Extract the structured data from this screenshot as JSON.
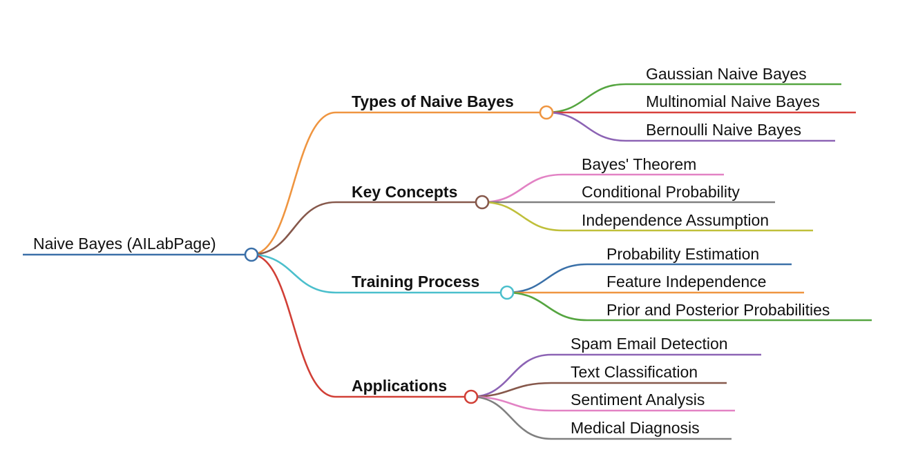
{
  "mindmap": {
    "root": {
      "label": "Naive Bayes (AILabPage)",
      "color": "#3a6fa8"
    },
    "branches": [
      {
        "label": "Types of Naive Bayes",
        "color": "#ef9540",
        "children": [
          {
            "label": "Gaussian Naive Bayes",
            "color": "#55a540"
          },
          {
            "label": "Multinomial Naive Bayes",
            "color": "#d8403c"
          },
          {
            "label": "Bernoulli Naive Bayes",
            "color": "#8c63b4"
          }
        ]
      },
      {
        "label": "Key Concepts",
        "color": "#86584b",
        "children": [
          {
            "label": "Bayes' Theorem",
            "color": "#e282c4"
          },
          {
            "label": "Conditional Probability",
            "color": "#808080"
          },
          {
            "label": "Independence Assumption",
            "color": "#bfbf3a"
          }
        ]
      },
      {
        "label": "Training Process",
        "color": "#4bbfcc",
        "children": [
          {
            "label": "Probability Estimation",
            "color": "#3a70a8"
          },
          {
            "label": "Feature Independence",
            "color": "#ef9540"
          },
          {
            "label": "Prior and Posterior Probabilities",
            "color": "#55a540"
          }
        ]
      },
      {
        "label": "Applications",
        "color": "#d13f36",
        "children": [
          {
            "label": "Spam Email Detection",
            "color": "#8c63b4"
          },
          {
            "label": "Text Classification",
            "color": "#86584b"
          },
          {
            "label": "Sentiment Analysis",
            "color": "#e282c4"
          },
          {
            "label": "Medical Diagnosis",
            "color": "#808080"
          }
        ]
      }
    ]
  }
}
